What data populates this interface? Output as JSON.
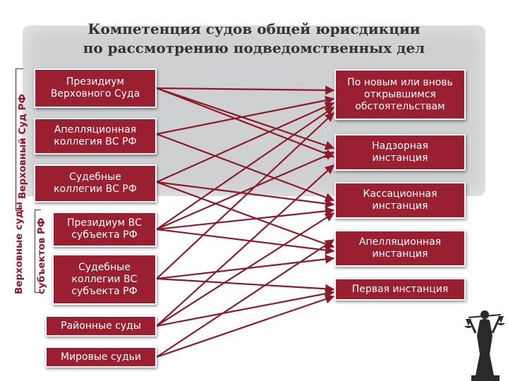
{
  "title": "Компетенция судов общей юрисдикции по рассмотрению подведомственных дел",
  "groups": {
    "supreme": "Верховный Суд РФ",
    "subjects_top": "Верховные суды",
    "subjects_bottom": "субъектов РФ"
  },
  "courts": [
    "Президиум\nВерховного Суда",
    "Апелляционная\nколлегия ВС РФ",
    "Судебные\nколлегии ВС РФ",
    "Президиум ВС\nсубъекта РФ",
    "Судебные\nколлегии ВС\nсубъекта РФ",
    "Районные суды",
    "Мировые судьи"
  ],
  "instances": [
    "По новым или вновь\nоткрывшимся\nобстоятельствам",
    "Надзорная\nинстанция",
    "Кассационная\nинстанция",
    "Апелляционная\nинстанция",
    "Первая инстанция"
  ],
  "colors": {
    "box": "#9a1f30",
    "arrow": "#8b1a2b",
    "panel": "#cfd0d2"
  },
  "icons": {
    "statue": "themis-statue-icon"
  }
}
